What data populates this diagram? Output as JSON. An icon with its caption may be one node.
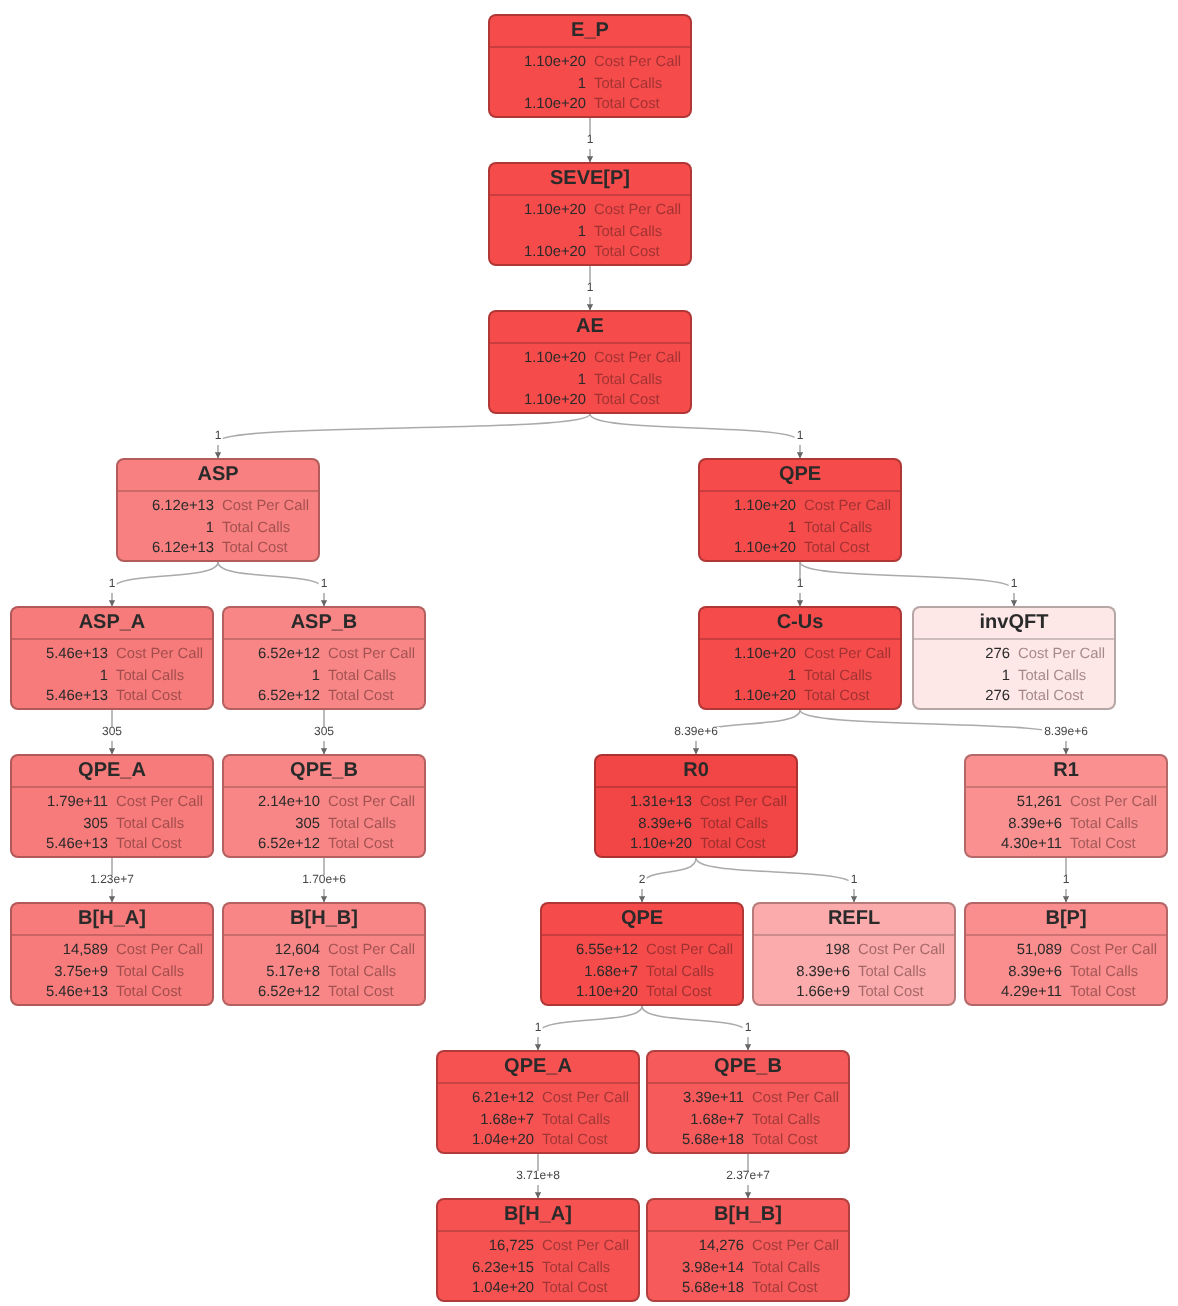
{
  "diagram": {
    "nodes": [
      {
        "text": [
          "E_P",
          "1.10e+20",
          "Cost Per Call",
          "1",
          "Total Calls",
          "1.10e+20",
          "Total Cost"
        ]
      },
      {
        "text": [
          "SEVE[P]",
          "1.10e+20",
          "Cost Per Call",
          "1",
          "Total Calls",
          "1.10e+20",
          "Total Cost"
        ]
      },
      {
        "text": [
          "AE",
          "1.10e+20",
          "Cost Per Call",
          "1",
          "Total Calls",
          "1.10e+20",
          "Total Cost"
        ]
      },
      {
        "text": [
          "ASP",
          "6.12e+13",
          "Cost Per Call",
          "1",
          "Total Calls",
          "6.12e+13",
          "Total Cost"
        ]
      },
      {
        "text": [
          "QPE",
          "1.10e+20",
          "Cost Per Call",
          "1",
          "Total Calls",
          "1.10e+20",
          "Total Cost"
        ]
      },
      {
        "text": [
          "ASP_A",
          "5.46e+13",
          "Cost Per Call",
          "1",
          "Total Calls",
          "5.46e+13",
          "Total Cost"
        ]
      },
      {
        "text": [
          "ASP_B",
          "6.52e+12",
          "Cost Per Call",
          "1",
          "Total Calls",
          "6.52e+12",
          "Total Cost"
        ]
      },
      {
        "text": [
          "C-Us",
          "1.10e+20",
          "Cost Per Call",
          "1",
          "Total Calls",
          "1.10e+20",
          "Total Cost"
        ]
      },
      {
        "text": [
          "invQFT",
          "276",
          "Cost Per Call",
          "1",
          "Total Calls",
          "276",
          "Total Cost"
        ]
      },
      {
        "text": [
          "QPE_A",
          "1.79e+11",
          "Cost Per Call",
          "305",
          "Total Calls",
          "5.46e+13",
          "Total Cost"
        ]
      },
      {
        "text": [
          "QPE_B",
          "2.14e+10",
          "Cost Per Call",
          "305",
          "Total Calls",
          "6.52e+12",
          "Total Cost"
        ]
      },
      {
        "text": [
          "R0",
          "1.31e+13",
          "Cost Per Call",
          "8.39e+6",
          "Total Calls",
          "1.10e+20",
          "Total Cost"
        ]
      },
      {
        "text": [
          "R1",
          "51,261",
          "Cost Per Call",
          "8.39e+6",
          "Total Calls",
          "4.30e+11",
          "Total Cost"
        ]
      },
      {
        "text": [
          "B[H_A]",
          "14,589",
          "Cost Per Call",
          "3.75e+9",
          "Total Calls",
          "5.46e+13",
          "Total Cost"
        ]
      },
      {
        "text": [
          "B[H_B]",
          "12,604",
          "Cost Per Call",
          "5.17e+8",
          "Total Calls",
          "6.52e+12",
          "Total Cost"
        ]
      },
      {
        "text": [
          "QPE",
          "6.55e+12",
          "Cost Per Call",
          "1.68e+7",
          "Total Calls",
          "1.10e+20",
          "Total Cost"
        ]
      },
      {
        "text": [
          "REFL",
          "198",
          "Cost Per Call",
          "8.39e+6",
          "Total Calls",
          "1.66e+9",
          "Total Cost"
        ]
      },
      {
        "text": [
          "B[P]",
          "51,089",
          "Cost Per Call",
          "8.39e+6",
          "Total Calls",
          "4.29e+11",
          "Total Cost"
        ]
      },
      {
        "text": [
          "QPE_A",
          "6.21e+12",
          "Cost Per Call",
          "1.68e+7",
          "Total Calls",
          "1.04e+20",
          "Total Cost"
        ]
      },
      {
        "text": [
          "QPE_B",
          "3.39e+11",
          "Cost Per Call",
          "1.68e+7",
          "Total Calls",
          "5.68e+18",
          "Total Cost"
        ]
      },
      {
        "text": [
          "B[H_A]",
          "16,725",
          "Cost Per Call",
          "6.23e+15",
          "Total Calls",
          "1.04e+20",
          "Total Cost"
        ]
      },
      {
        "text": [
          "B[H_B]",
          "14,276",
          "Cost Per Call",
          "3.98e+14",
          "Total Calls",
          "5.68e+18",
          "Total Cost"
        ]
      }
    ],
    "edges": [
      {
        "from": 0,
        "to": 1,
        "arrow": "to",
        "label": "1"
      },
      {
        "from": 1,
        "to": 2,
        "arrow": "to",
        "label": "1"
      },
      {
        "from": 2,
        "to": 3,
        "arrow": "to",
        "label": "1"
      },
      {
        "from": 2,
        "to": 4,
        "arrow": "to",
        "label": "1"
      },
      {
        "from": 3,
        "to": 5,
        "arrow": "to",
        "label": "1"
      },
      {
        "from": 3,
        "to": 6,
        "arrow": "to",
        "label": "1"
      },
      {
        "from": 4,
        "to": 7,
        "arrow": "to",
        "label": "1"
      },
      {
        "from": 4,
        "to": 8,
        "arrow": "to",
        "label": "1"
      },
      {
        "from": 5,
        "to": 9,
        "arrow": "to",
        "label": "305"
      },
      {
        "from": 6,
        "to": 10,
        "arrow": "to",
        "label": "305"
      },
      {
        "from": 7,
        "to": 11,
        "arrow": "to",
        "label": "8.39e+6"
      },
      {
        "from": 7,
        "to": 12,
        "arrow": "to",
        "label": "8.39e+6"
      },
      {
        "from": 9,
        "to": 13,
        "arrow": "to",
        "label": "1.23e+7"
      },
      {
        "from": 10,
        "to": 14,
        "arrow": "to",
        "label": "1.70e+6"
      },
      {
        "from": 11,
        "to": 15,
        "arrow": "to",
        "label": "2"
      },
      {
        "from": 11,
        "to": 16,
        "arrow": "to",
        "label": "1"
      },
      {
        "from": 12,
        "to": 17,
        "arrow": "to",
        "label": "1"
      },
      {
        "from": 15,
        "to": 18,
        "arrow": "to",
        "label": "1"
      },
      {
        "from": 15,
        "to": 19,
        "arrow": "to",
        "label": "1"
      },
      {
        "from": 18,
        "to": 20,
        "arrow": "to",
        "label": "3.71e+8"
      },
      {
        "from": 19,
        "to": 21,
        "arrow": "to",
        "label": "2.37e+7"
      }
    ]
  }
}
